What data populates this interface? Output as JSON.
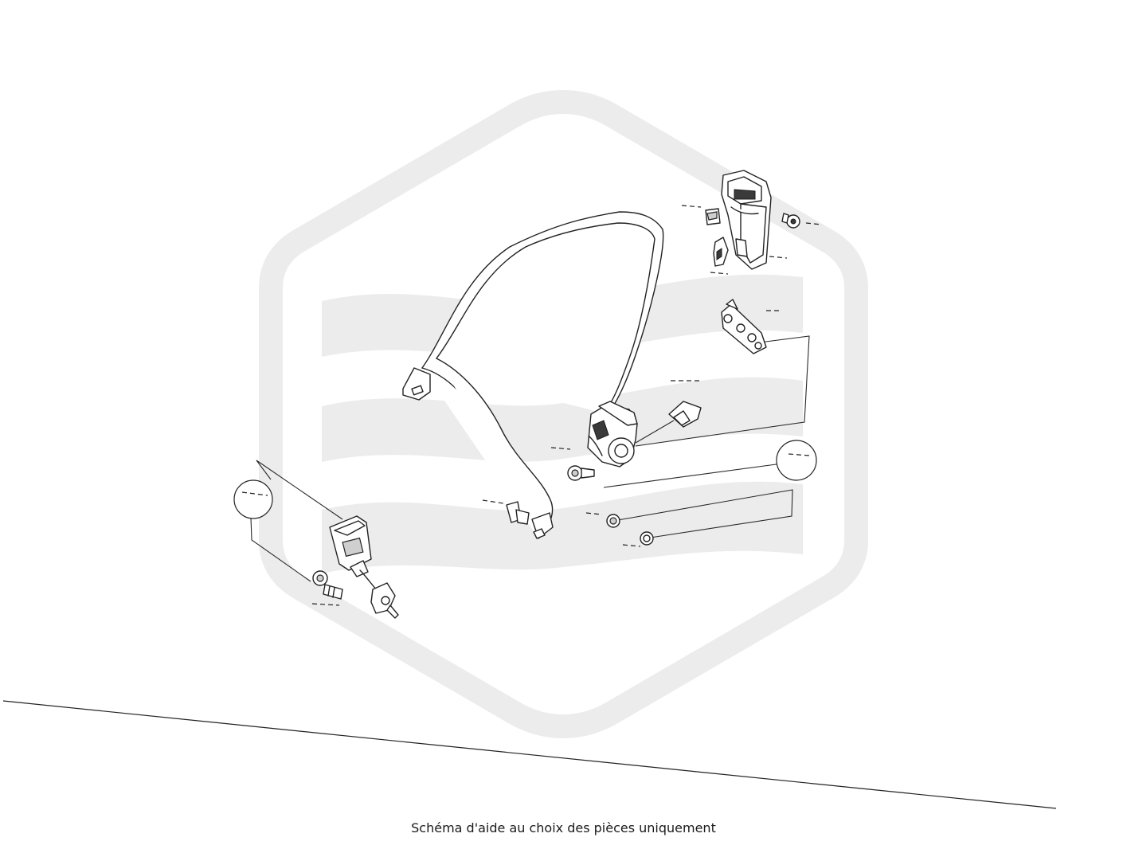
{
  "caption": "Schéma d'aide au choix des pièces uniquement",
  "watermark": {
    "color": "#ececec"
  },
  "colors": {
    "line": "#222222",
    "background": "#ffffff"
  },
  "parts": [
    {
      "name": "height-adjuster",
      "icon": "height-adjuster-icon"
    },
    {
      "name": "clip",
      "icon": "clip-icon"
    },
    {
      "name": "bracket",
      "icon": "bracket-icon"
    },
    {
      "name": "upper-bolt",
      "icon": "bolt-icon"
    },
    {
      "name": "guide-cover",
      "icon": "cover-icon"
    },
    {
      "name": "anchor-plate",
      "icon": "anchor-plate-icon"
    },
    {
      "name": "belt-webbing",
      "icon": "webbing-icon"
    },
    {
      "name": "retractor",
      "icon": "retractor-icon"
    },
    {
      "name": "retractor-bolt",
      "icon": "bolt-icon"
    },
    {
      "name": "lower-bolt",
      "icon": "bolt-icon"
    },
    {
      "name": "washer",
      "icon": "washer-icon"
    },
    {
      "name": "spacer",
      "icon": "spacer-icon"
    },
    {
      "name": "buckle",
      "icon": "buckle-icon"
    },
    {
      "name": "buckle-bolt",
      "icon": "bolt-icon"
    },
    {
      "name": "buckle-stalk",
      "icon": "buckle-stalk-icon"
    }
  ]
}
